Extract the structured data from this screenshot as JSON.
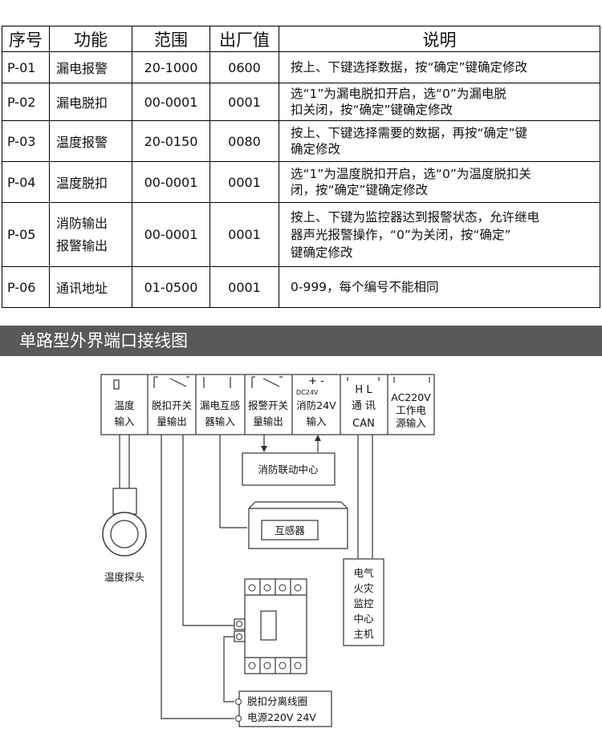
{
  "table": {
    "headers": [
      "序号",
      "功能",
      "范围",
      "出厂值",
      "说明"
    ],
    "rows": [
      {
        "code": "P-01",
        "func": [
          "漏电报警"
        ],
        "range": "20-1000",
        "default": "0600",
        "desc": [
          "按上、下键选择数据，按“确定”键确定修改"
        ]
      },
      {
        "code": "P-02",
        "func": [
          "漏电脱扣"
        ],
        "range": "00-0001",
        "default": "0001",
        "desc": [
          "选“1”为漏电脱扣开启，选“0”为漏电脱",
          "扣关闭，按“确定”键确定修改"
        ]
      },
      {
        "code": "P-03",
        "func": [
          "温度报警"
        ],
        "range": "20-0150",
        "default": "0080",
        "desc": [
          "按上、下键选择需要的数据，再按“确定”键",
          "确定修改"
        ]
      },
      {
        "code": "P-04",
        "func": [
          "温度脱扣"
        ],
        "range": "00-0001",
        "default": "0001",
        "desc": [
          "选“1”为温度脱扣开启，选“0”为温度脱扣关",
          "闭，按“确定”键确定修改"
        ]
      },
      {
        "code": "P-05",
        "func": [
          "消防输出",
          "报警输出"
        ],
        "range": "00-0001",
        "default": "0001",
        "desc": [
          "按上、下键为监控器达到报警状态，允许继电",
          "器声光报警操作，“0”为关闭，按“确定”",
          "键确定修改"
        ]
      },
      {
        "code": "P-06",
        "func": [
          "通讯地址"
        ],
        "range": "01-0500",
        "default": "0001",
        "desc": [
          "0-999，每个编号不能相同"
        ]
      }
    ]
  },
  "banner": {
    "title": "单路型外界端口接线图"
  },
  "diagram": {
    "terminals": [
      {
        "symbol": "",
        "lines": [
          "温度",
          "输入"
        ]
      },
      {
        "symbol": "",
        "lines": [
          "脱扣开关",
          "量输出"
        ]
      },
      {
        "symbol": "",
        "lines": [
          "漏电互感",
          "器输入"
        ]
      },
      {
        "symbol": "",
        "lines": [
          "报警开关",
          "量输出"
        ]
      },
      {
        "symbol": "+    -",
        "sub": "DC24V",
        "lines": [
          "消防24V",
          "输入"
        ]
      },
      {
        "symbol": "H    L",
        "lines": [
          "通  讯",
          "CAN"
        ]
      },
      {
        "symbol": "",
        "lines": [
          "AC220V",
          "工作电",
          "源输入"
        ]
      }
    ],
    "fire_center": "消防联动中心",
    "transformer": "互感器",
    "temp_probe": "温度探头",
    "monitor_host": [
      "电气",
      "火灾",
      "监控",
      "中心",
      "主机"
    ],
    "trip_coil": [
      "脱扣分离线圈",
      "电源220V  24V"
    ]
  }
}
